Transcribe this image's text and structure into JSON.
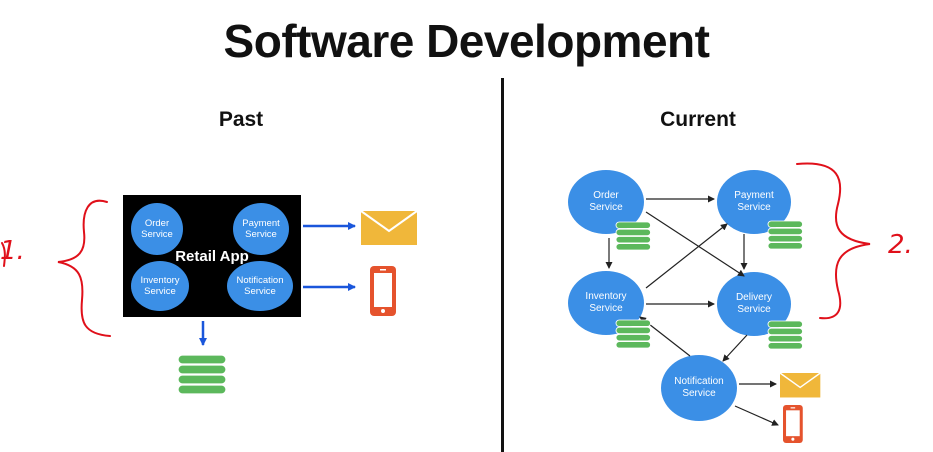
{
  "title": "Software Development",
  "past": {
    "heading": "Past",
    "app_label": "Retail App",
    "services": [
      {
        "label": "Order\nService"
      },
      {
        "label": "Payment\nService"
      },
      {
        "label": "Inventory\nService"
      },
      {
        "label": "Notification\nService"
      }
    ],
    "annotation": "1."
  },
  "current": {
    "heading": "Current",
    "services": [
      {
        "label": "Order\nService"
      },
      {
        "label": "Payment\nService"
      },
      {
        "label": "Inventory\nService"
      },
      {
        "label": "Delivery\nService"
      },
      {
        "label": "Notification\nService"
      }
    ],
    "annotation": "2."
  },
  "colors": {
    "service_node": "#3b8fe6",
    "monolith": "#000000",
    "arrow_past": "#1a56db",
    "arrow_current": "#222222",
    "database": "#5cb85c",
    "email": "#f0b73a",
    "phone": "#e5532d",
    "handwriting": "#e0101a"
  },
  "icons": [
    "database-icon",
    "email-icon",
    "phone-icon"
  ]
}
